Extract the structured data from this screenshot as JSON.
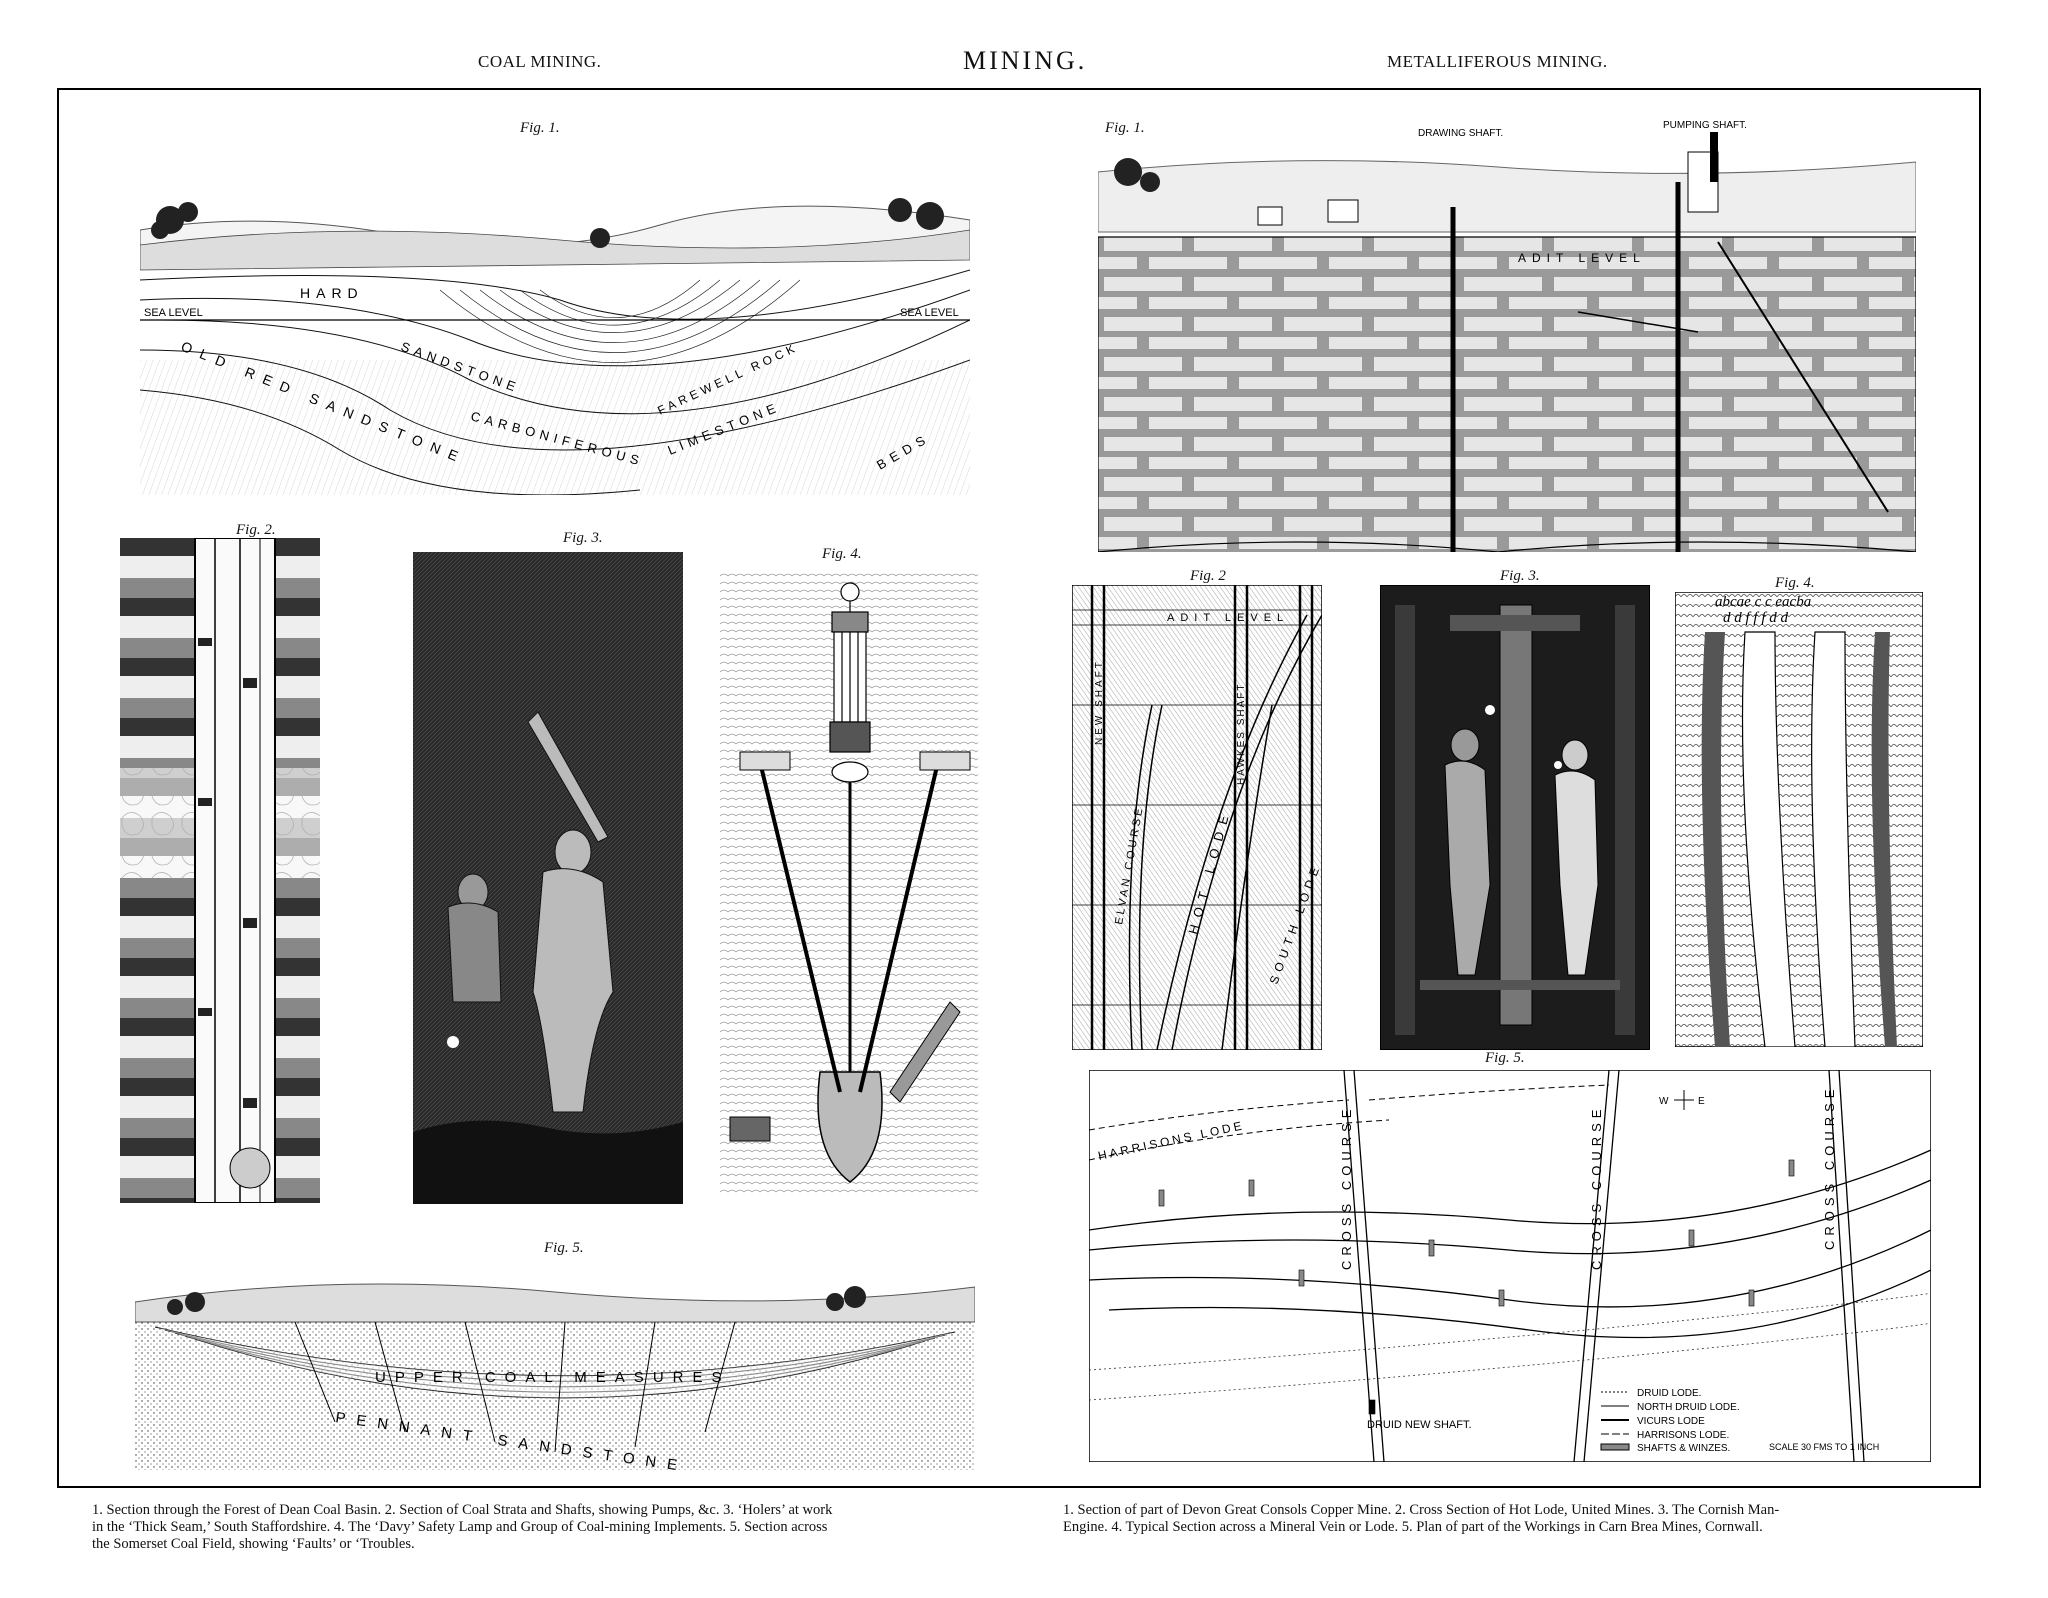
{
  "header": {
    "left": "COAL MINING.",
    "center": "MINING.",
    "right": "METALLIFEROUS MINING."
  },
  "coal": {
    "fig1": {
      "label": "Fig. 1.",
      "strata": [
        "HARD",
        "SANDSTONE",
        "CARBONIFEROUS",
        "LIMESTONE",
        "FAREWELL ROCK",
        "OLD RED SANDSTONE",
        "BEDS"
      ],
      "sea_level_left": "SEA LEVEL",
      "sea_level_right": "SEA LEVEL"
    },
    "fig2": {
      "label": "Fig. 2."
    },
    "fig3": {
      "label": "Fig. 3."
    },
    "fig4": {
      "label": "Fig. 4."
    },
    "fig5": {
      "label": "Fig. 5.",
      "upper": "UPPER COAL MEASURES",
      "lower": "PENNANT SANDSTONE"
    }
  },
  "metal": {
    "fig1": {
      "label": "Fig. 1.",
      "drawing_shaft": "DRAWING SHAFT.",
      "pumping_shaft": "PUMPING SHAFT.",
      "adit": "ADIT LEVEL"
    },
    "fig2": {
      "label": "Fig. 2",
      "adit": "ADIT LEVEL",
      "new_shaft": "NEW SHAFT",
      "hawkes_shaft": "HAWKES SHAFT",
      "hot_lode": "HOT LODE",
      "elvan_course": "ELVAN COURSE",
      "south_lode": "SOUTH LODE"
    },
    "fig3": {
      "label": "Fig. 3."
    },
    "fig4": {
      "label": "Fig. 4.",
      "letters": "abcae c     c eacba",
      "letters2": "d d  f  f   f  d d"
    },
    "fig5": {
      "label": "Fig. 5.",
      "harrisons_lode": "HARRISONS LODE",
      "cross_course_1": "CROSS COURSE",
      "cross_course_2": "CROSS COURSE",
      "cross_course_3": "CROSS COURSE",
      "druid_new_shaft": "DRUID NEW SHAFT.",
      "compass_w": "W",
      "compass_e": "E",
      "legend": [
        "DRUID LODE.",
        "NORTH DRUID LODE.",
        "VICURS LODE",
        "HARRISONS LODE.",
        "SHAFTS & WINZES."
      ],
      "scale": "SCALE 30 FMS TO 1 INCH"
    }
  },
  "captions": {
    "left": [
      "1. Section through the Forest of Dean Coal Basin.    2. Section of Coal Strata and Shafts, showing Pumps, &c.    3. ‘Holers’ at work",
      "in the ‘Thick Seam,’ South Staffordshire.    4. The ‘Davy’ Safety Lamp and Group of Coal-mining Implements.    5. Section across",
      "the Somerset Coal Field, showing ‘Faults’ or ‘Troubles."
    ],
    "right": [
      "1. Section of part of Devon Great Consols Copper Mine.    2. Cross Section of Hot Lode, United Mines.    3. The Cornish Man-",
      "Engine.    4. Typical Section across a Mineral Vein or Lode.    5. Plan of part of the Workings in Carn Brea Mines, Cornwall."
    ]
  }
}
